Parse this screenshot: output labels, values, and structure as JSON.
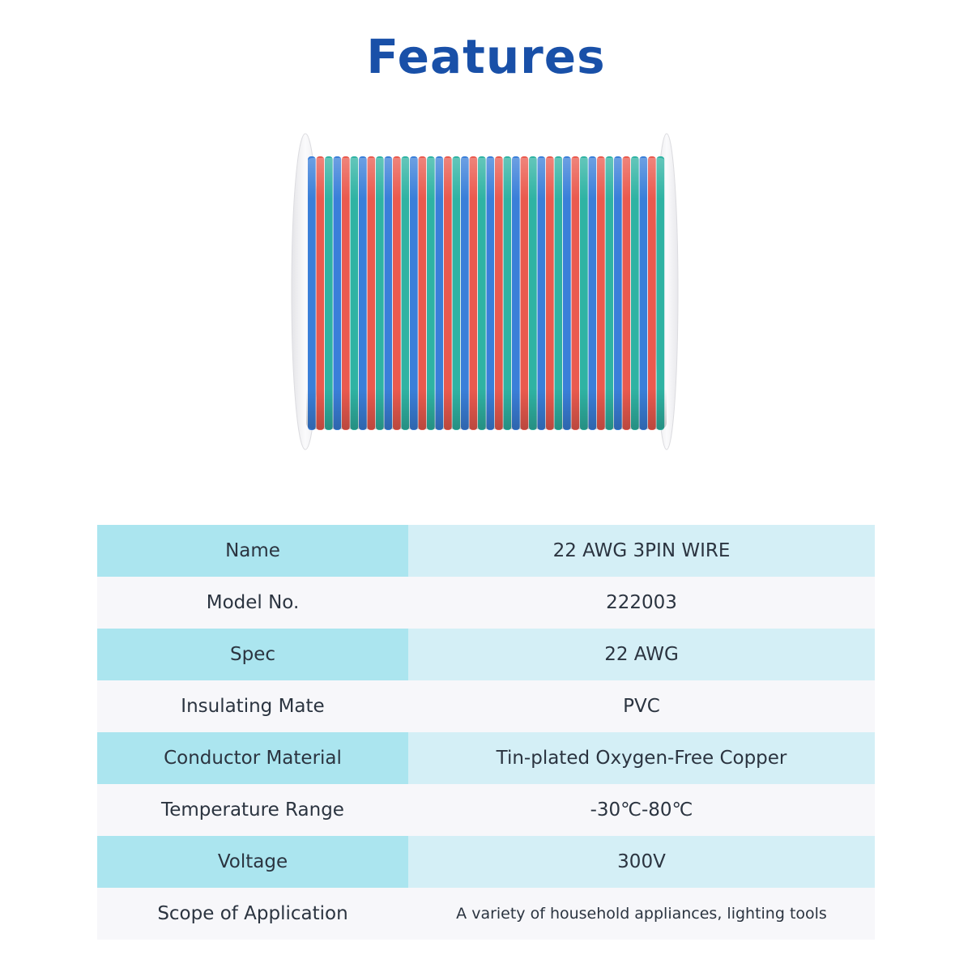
{
  "title": "Features",
  "product_image": {
    "description_icon": "wire-spool-icon",
    "wire_colors": [
      "#3a7fd9",
      "#ea5a4e",
      "#2fb3a3"
    ],
    "flange_color": "#f2f2f4"
  },
  "specs": [
    {
      "label": "Name",
      "value": "22 AWG 3PIN WIRE"
    },
    {
      "label": "Model No.",
      "value": "222003"
    },
    {
      "label": "Spec",
      "value": "22 AWG"
    },
    {
      "label": "Insulating Mate",
      "value": "PVC"
    },
    {
      "label": "Conductor Material",
      "value": "Tin-plated Oxygen-Free Copper"
    },
    {
      "label": "Temperature Range",
      "value": "-30℃-80℃"
    },
    {
      "label": "Voltage",
      "value": "300V"
    },
    {
      "label": "Scope of Application",
      "value": "A variety of household appliances, lighting tools"
    }
  ]
}
